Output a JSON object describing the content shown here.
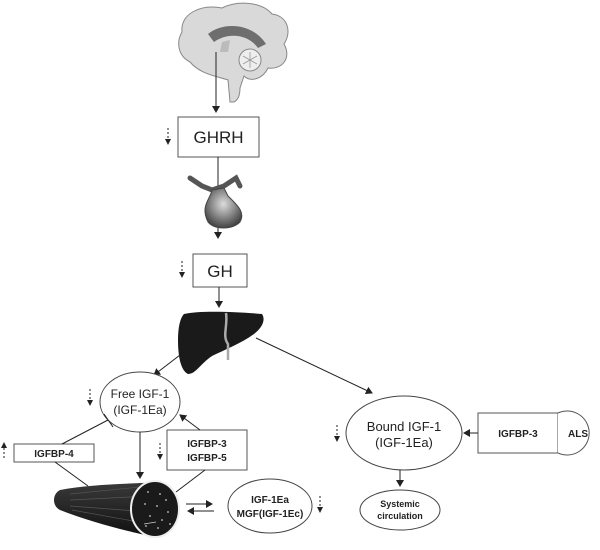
{
  "diagram": {
    "title": "GH / IGF-1 axis",
    "nodes": {
      "brain": {
        "icon": "brain-icon"
      },
      "ghrh": {
        "label": "GHRH"
      },
      "pituitary": {
        "icon": "pituitary-icon"
      },
      "gh": {
        "label": "GH"
      },
      "liver": {
        "icon": "liver-icon"
      },
      "free_igf1": {
        "line1": "Free IGF-1",
        "line2": "(IGF-1Ea)"
      },
      "igfbp4": {
        "label": "IGFBP-4"
      },
      "igfbp35": {
        "line1": "IGFBP-3",
        "line2": "IGFBP-5"
      },
      "muscle": {
        "icon": "muscle-fiber-icon"
      },
      "local_igf": {
        "line1": "IGF-1Ea",
        "line2": "MGF(IGF-1Ec)"
      },
      "bound_igf1": {
        "line1": "Bound IGF-1",
        "line2": "(IGF-1Ea)"
      },
      "igfbp3": {
        "label": "IGFBP-3"
      },
      "als": {
        "label": "ALS"
      },
      "systemic": {
        "line1": "Systemic",
        "line2": "circulation"
      }
    },
    "change_indicators": {
      "ghrh": "decrease",
      "gh": "decrease",
      "free_igf1": "decrease",
      "igfbp4": "increase",
      "igfbp35": "decrease",
      "local_igf": "decrease",
      "bound_igf1": "decrease"
    },
    "colors": {
      "line": "#222222",
      "box_border": "#555555",
      "organ_dark": "#1a1a1a",
      "brain_light": "#d8d8d8",
      "brain_dark": "#6e6e6e"
    }
  }
}
